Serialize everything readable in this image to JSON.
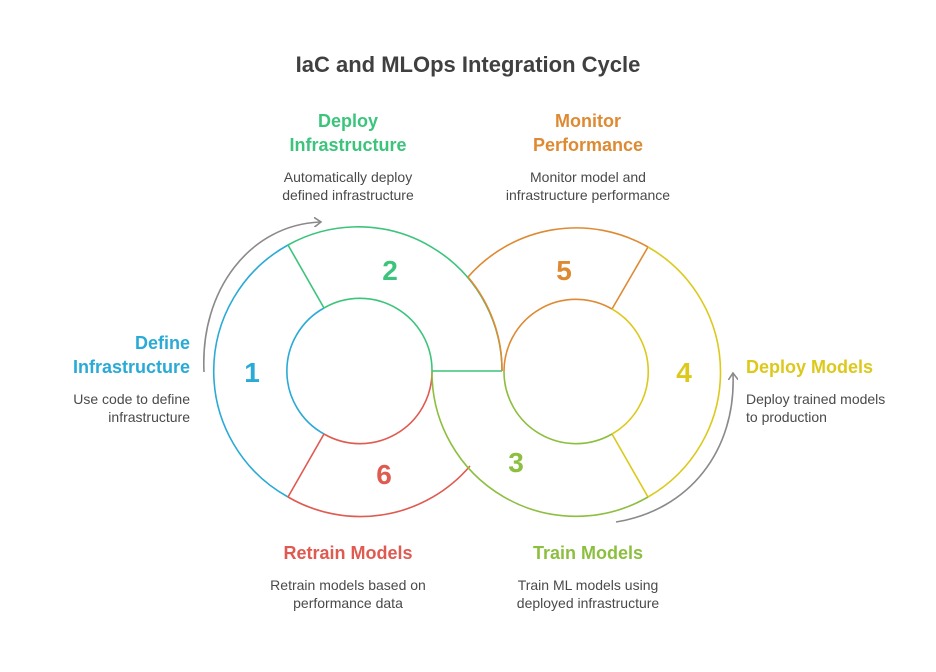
{
  "title": "IaC and MLOps Integration Cycle",
  "colors": {
    "step1": "#2aaad6",
    "step2": "#3cc47c",
    "step3": "#8cbf3f",
    "step4": "#dcc91c",
    "step5": "#de8a33",
    "step6": "#df5a50",
    "arrow": "#8a8a8a",
    "text": "#4a4a4a"
  },
  "steps": [
    {
      "number": "1",
      "title_line1": "Define",
      "title_line2": "Infrastructure",
      "desc_line1": "Use code to define",
      "desc_line2": "infrastructure"
    },
    {
      "number": "2",
      "title_line1": "Deploy",
      "title_line2": "Infrastructure",
      "desc_line1": "Automatically deploy",
      "desc_line2": "defined infrastructure"
    },
    {
      "number": "3",
      "title_line1": "Train Models",
      "desc_line1": "Train ML models using",
      "desc_line2": "deployed infrastructure"
    },
    {
      "number": "4",
      "title_line1": "Deploy Models",
      "desc_line1": "Deploy trained models",
      "desc_line2": "to production"
    },
    {
      "number": "5",
      "title_line1": "Monitor",
      "title_line2": "Performance",
      "desc_line1": "Monitor model and",
      "desc_line2": "infrastructure performance"
    },
    {
      "number": "6",
      "title_line1": "Retrain Models",
      "desc_line1": "Retrain models based on",
      "desc_line2": "performance data"
    }
  ]
}
